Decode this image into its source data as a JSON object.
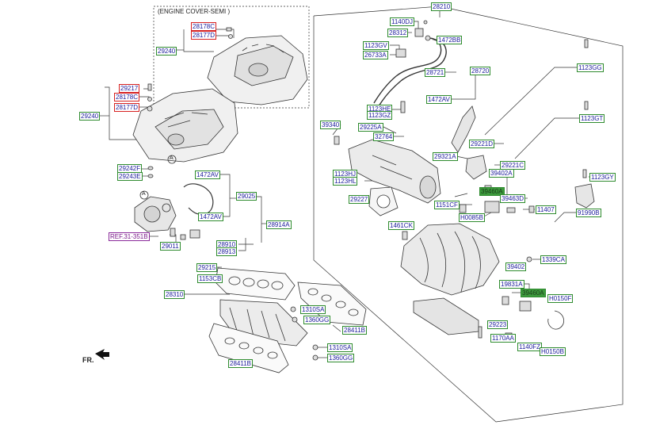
{
  "title": "(ENGINE COVER-SEMI )",
  "front_label": "FR.",
  "circle_marker": "A",
  "parts": [
    {
      "id": "29240_semi",
      "num": "29240"
    },
    {
      "id": "28178C_semi",
      "num": "28178C"
    },
    {
      "id": "28177D_semi",
      "num": "28177D"
    },
    {
      "id": "29217",
      "num": "29217"
    },
    {
      "id": "28178C",
      "num": "28178C"
    },
    {
      "id": "28177D",
      "num": "28177D"
    },
    {
      "id": "29240",
      "num": "29240"
    },
    {
      "id": "29242F",
      "num": "29242F"
    },
    {
      "id": "29243E",
      "num": "29243E"
    },
    {
      "id": "1472AV_a",
      "num": "1472AV"
    },
    {
      "id": "29025",
      "num": "29025"
    },
    {
      "id": "1472AV_b",
      "num": "1472AV"
    },
    {
      "id": "28914A",
      "num": "28914A"
    },
    {
      "id": "REF31351B",
      "num": "REF.31-351B"
    },
    {
      "id": "29011",
      "num": "29011"
    },
    {
      "id": "28910",
      "num": "28910"
    },
    {
      "id": "28913",
      "num": "28913"
    },
    {
      "id": "29215",
      "num": "29215"
    },
    {
      "id": "1153CB",
      "num": "1153CB"
    },
    {
      "id": "28310",
      "num": "28310"
    },
    {
      "id": "1310SA_a",
      "num": "1310SA"
    },
    {
      "id": "1360GG_a",
      "num": "1360GG"
    },
    {
      "id": "28411B",
      "num": "28411B"
    },
    {
      "id": "1310SA_b",
      "num": "1310SA"
    },
    {
      "id": "1360GG_b",
      "num": "1360GG"
    },
    {
      "id": "28411B_b",
      "num": "28411B"
    },
    {
      "id": "28210",
      "num": "28210"
    },
    {
      "id": "1140DJ",
      "num": "1140DJ"
    },
    {
      "id": "28312",
      "num": "28312"
    },
    {
      "id": "1472BB",
      "num": "1472BB"
    },
    {
      "id": "1123GV",
      "num": "1123GV"
    },
    {
      "id": "26733A",
      "num": "26733A"
    },
    {
      "id": "28721",
      "num": "28721"
    },
    {
      "id": "28720",
      "num": "28720"
    },
    {
      "id": "1472AV_c",
      "num": "1472AV"
    },
    {
      "id": "1123HE",
      "num": "1123HE"
    },
    {
      "id": "1123GZ",
      "num": "1123GZ"
    },
    {
      "id": "39340",
      "num": "39340"
    },
    {
      "id": "29225A",
      "num": "29225A"
    },
    {
      "id": "32764",
      "num": "32764"
    },
    {
      "id": "29221D",
      "num": "29221D"
    },
    {
      "id": "29321A",
      "num": "29321A"
    },
    {
      "id": "29221C",
      "num": "29221C"
    },
    {
      "id": "1123HJ",
      "num": "1123HJ"
    },
    {
      "id": "1123HL",
      "num": "1123HL"
    },
    {
      "id": "39402A",
      "num": "39402A"
    },
    {
      "id": "39460A",
      "num": "39460A"
    },
    {
      "id": "39463D",
      "num": "39463D"
    },
    {
      "id": "29227",
      "num": "29227"
    },
    {
      "id": "1151CF",
      "num": "1151CF"
    },
    {
      "id": "11407",
      "num": "11407"
    },
    {
      "id": "H0085B",
      "num": "H0085B"
    },
    {
      "id": "1461CK",
      "num": "1461CK"
    },
    {
      "id": "1123GG",
      "num": "1123GG"
    },
    {
      "id": "1123GT",
      "num": "1123GT"
    },
    {
      "id": "1123GY",
      "num": "1123GY"
    },
    {
      "id": "91990B",
      "num": "91990B"
    },
    {
      "id": "1339CA",
      "num": "1339CA"
    },
    {
      "id": "39402",
      "num": "39402"
    },
    {
      "id": "19831A",
      "num": "19831A"
    },
    {
      "id": "39460A_b",
      "num": "39460A"
    },
    {
      "id": "H0150F",
      "num": "H0150F"
    },
    {
      "id": "29223",
      "num": "29223"
    },
    {
      "id": "1170AA",
      "num": "1170AA"
    },
    {
      "id": "1140FZ",
      "num": "1140FZ"
    },
    {
      "id": "H0150B",
      "num": "H0150B"
    }
  ]
}
